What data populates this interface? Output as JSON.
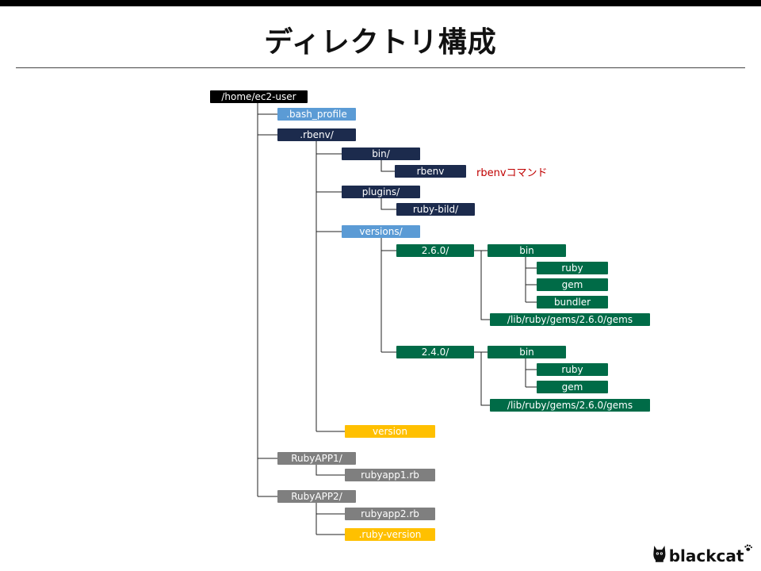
{
  "title": "ディレクトリ構成",
  "tree": {
    "root": "/home/ec2-user",
    "bash_profile": ".bash_profile",
    "rbenv": ".rbenv/",
    "bin": "bin/",
    "rbenv_cmd": "rbenv",
    "rbenv_note": "rbenvコマンド",
    "plugins": "plugins/",
    "ruby_bild": "ruby-bild/",
    "versions": "versions/",
    "v260": "2.6.0/",
    "v260_bin": "bin",
    "v260_ruby": "ruby",
    "v260_gem": "gem",
    "v260_bundler": "bundler",
    "v260_gems": "/lib/ruby/gems/2.6.0/gems",
    "v240": "2.4.0/",
    "v240_bin": "bin",
    "v240_ruby": "ruby",
    "v240_gem": "gem",
    "v240_gems": "/lib/ruby/gems/2.6.0/gems",
    "version": "version",
    "app1": "RubyAPP1/",
    "app1_file": "rubyapp1.rb",
    "app2": "RubyAPP2/",
    "app2_file": "rubyapp2.rb",
    "ruby_version": ".ruby-version"
  },
  "colors": {
    "root": "#000000",
    "dir_navy": "#1c2b4d",
    "light_blue": "#5b9bd5",
    "green": "#006b47",
    "amber": "#ffc000",
    "gray": "#7f7f7f",
    "note_red": "#c00000"
  },
  "logo": {
    "icon": "black-cat-icon",
    "text": "blackcat",
    "paw_icon": "paw-icon"
  }
}
